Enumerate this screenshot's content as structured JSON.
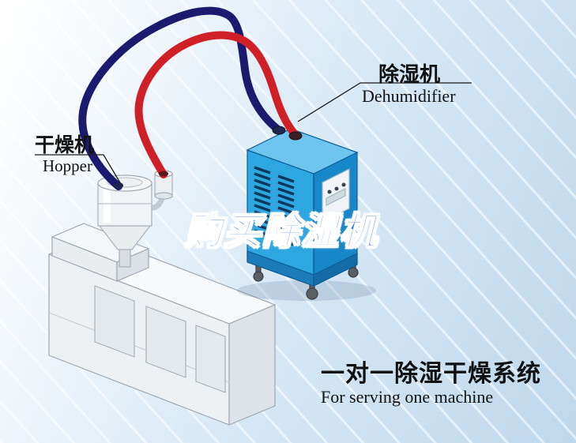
{
  "labels": {
    "hopper": {
      "cn": "干燥机",
      "en": "Hopper"
    },
    "dehumidifier": {
      "cn": "除湿机",
      "en": "Dehumidifier"
    },
    "watermark": "购买除湿机",
    "caption": {
      "cn": "一对一除湿干燥系统",
      "en": "For serving one machine"
    }
  },
  "colors": {
    "pipe_navy": "#1b1a6e",
    "pipe_red": "#cf2027",
    "machine_front": "#2ea6e2",
    "machine_side": "#1887c9",
    "machine_top": "#6ec6ee",
    "watermark_blue": "#2d6de2",
    "label_text": "#111111"
  }
}
